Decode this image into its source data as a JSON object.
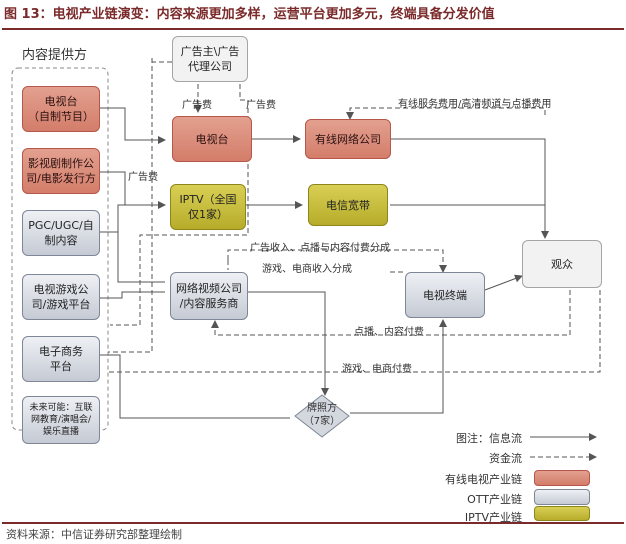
{
  "title": "图 13：电视产业链演变：内容来源更加多样，运营平台更加多元，终端具备分发价值",
  "source": "资料来源：中信证券研究部整理绘制",
  "providers_title": "内容提供方",
  "nodes": {
    "tv_self": [
      "电视台",
      "（自制节目）"
    ],
    "film": [
      "影视剧制作公",
      "司/电影发行方"
    ],
    "pgc": [
      "PGC/UGC/自",
      "制内容"
    ],
    "game": [
      "电视游戏公",
      "司/游戏平台"
    ],
    "ecom": [
      "电子商务",
      "平台"
    ],
    "future": [
      "未来可能：互联",
      "网教育/演唱会/",
      "娱乐直播"
    ],
    "advertiser": [
      "广告主\\广告",
      "代理公司"
    ],
    "tv_station": [
      "电视台"
    ],
    "cable": [
      "有线网络公司"
    ],
    "iptv": [
      "IPTV（全国",
      "仅1家）"
    ],
    "telecom": [
      "电信宽带"
    ],
    "video_site": [
      "网络视频公司",
      "/内容服务商"
    ],
    "tv_terminal": [
      "电视终端"
    ],
    "audience": [
      "观众"
    ],
    "license": [
      "牌照方",
      "（7家）"
    ]
  },
  "labels": {
    "ad_fee_1": "广告费",
    "ad_fee_2": "广告费",
    "ad_fee_3": "广告费",
    "cable_fee": "有线服务费用/高清频道与点播费用",
    "ad_share": "广告收入、点播与内容付费分成",
    "game_share": "游戏、电商收入分成",
    "vod_pay": "点播、内容付费",
    "game_pay": "游戏、电商付费"
  },
  "legend": {
    "info_flow": "图注：信息流",
    "money_flow": "资金流",
    "cable_chain": "有线电视产业链",
    "ott_chain": "OTT产业链",
    "iptv_chain": "IPTV产业链"
  },
  "colors": {
    "cable": "#d37d6a",
    "ott": "#c5cad4",
    "iptv": "#b7ac2a",
    "title": "#7a2a2a"
  }
}
